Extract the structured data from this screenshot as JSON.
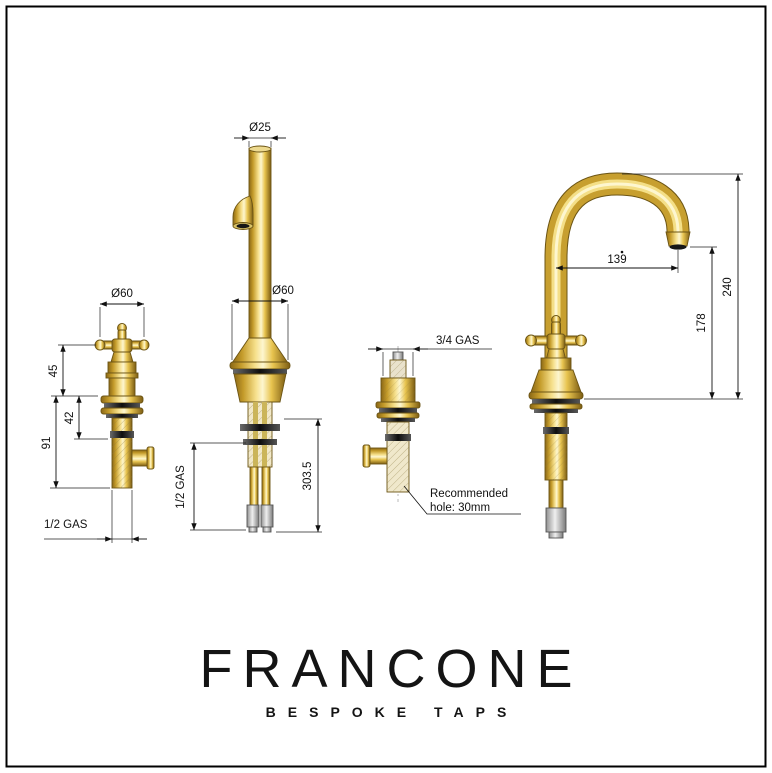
{
  "page": {
    "background": "#ffffff",
    "border_color": "#000000"
  },
  "brand": {
    "name": "FRANCONE",
    "tagline": "BESPOKE TAPS"
  },
  "drawings": {
    "left_valve": {
      "diameter": "Ø60",
      "height_45": "45",
      "height_42": "42",
      "height_91": "91",
      "thread": "1/2 GAS"
    },
    "center_spout": {
      "top_diameter": "Ø25",
      "base_diameter": "Ø60",
      "height": "303.5",
      "thread": "1/2 GAS"
    },
    "right_valve": {
      "thread": "3/4 GAS",
      "note_line1": "Recommended",
      "note_line2": "hole: 30mm"
    },
    "right_faucet": {
      "reach": "139",
      "spout_height": "178",
      "total_height": "240"
    }
  },
  "colors": {
    "brass": "#D4AF37",
    "brass_light": "#F6E08C",
    "brass_dark": "#6B5414",
    "line": "#111111"
  }
}
